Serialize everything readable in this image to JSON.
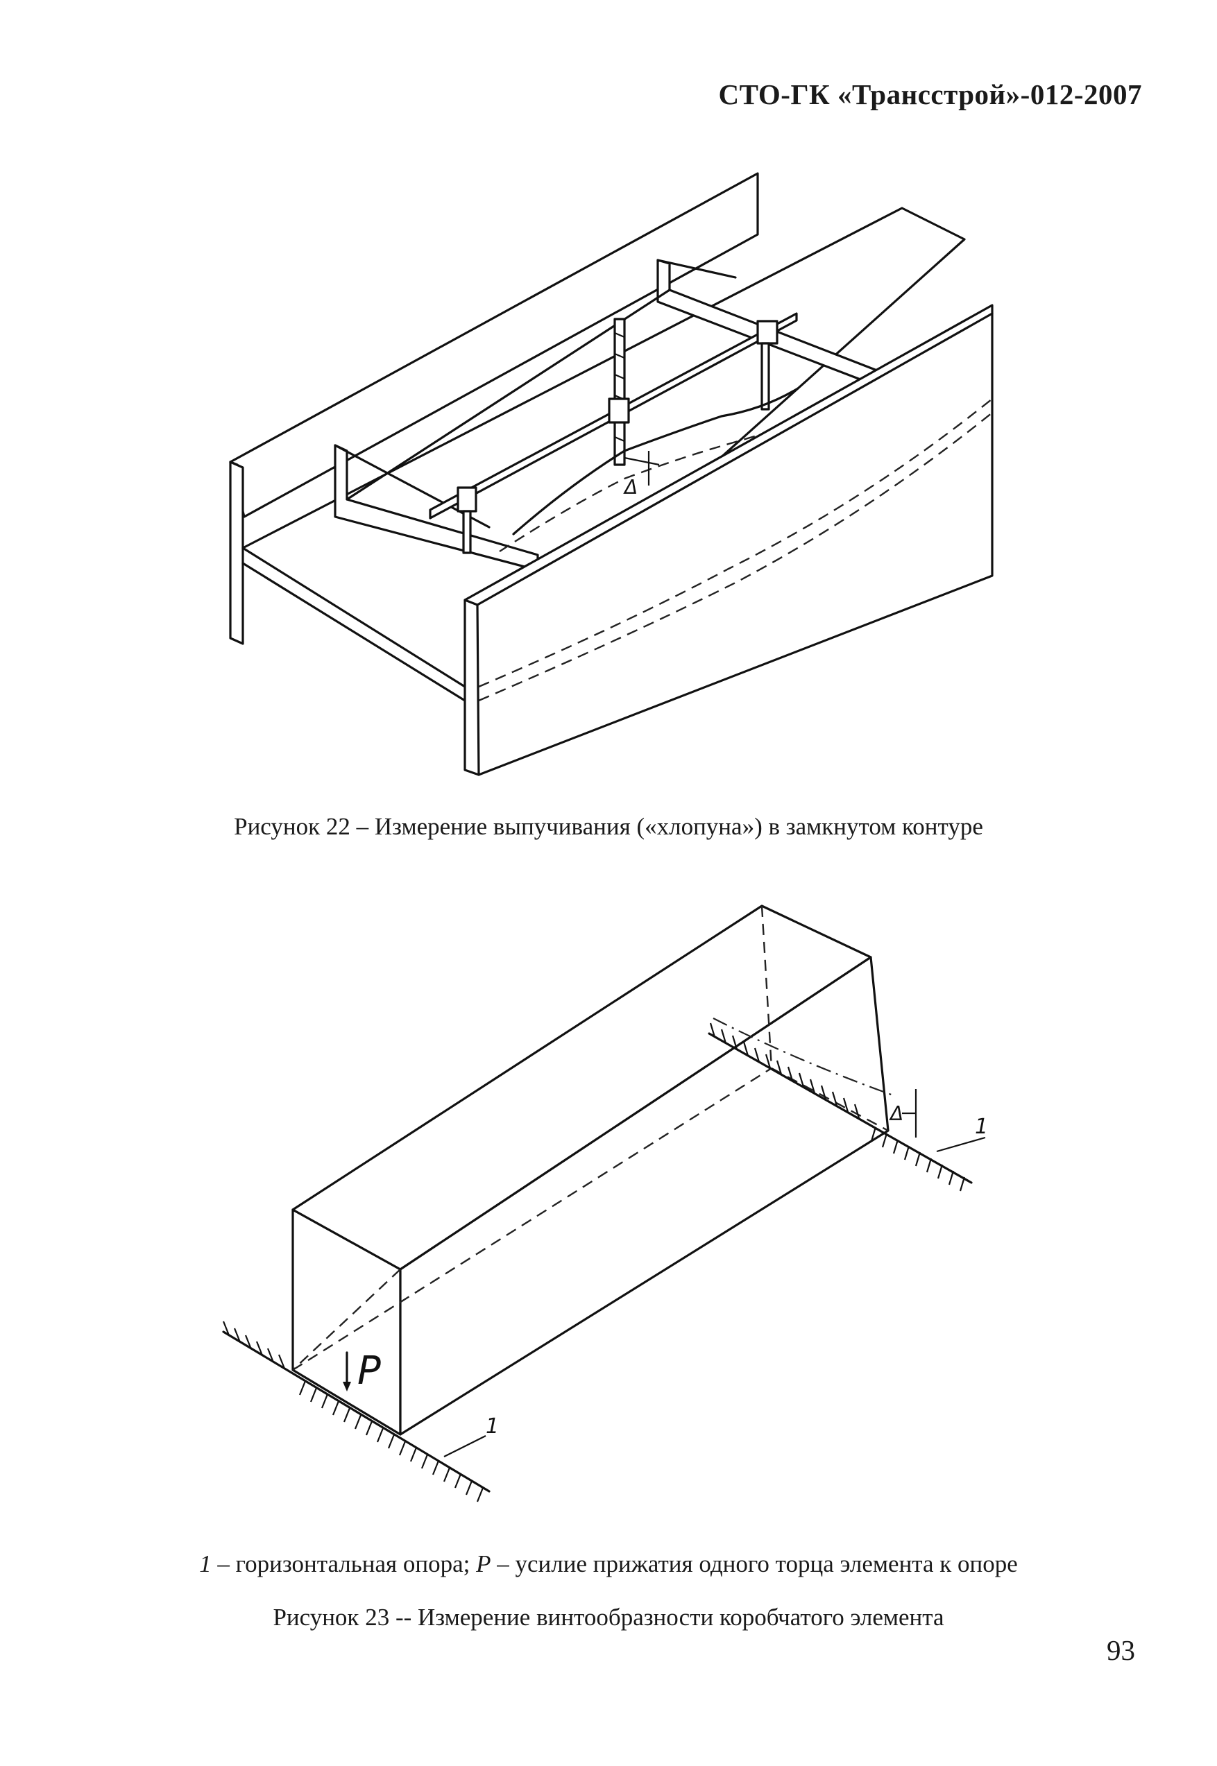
{
  "header": {
    "doc_code": "СТО-ГК «Трансстрой»-012-2007"
  },
  "figure22": {
    "delta_label": "Δ",
    "caption": "Рисунок 22 – Измерение выпучивания («хлопуна») в замкнутом контуре"
  },
  "figure23": {
    "support_label_1": "1",
    "support_label_2": "1",
    "force_label": "P",
    "delta_label": "Δ",
    "legend_num": "1",
    "legend_rest": " – горизонтальная опора; ",
    "legend_p": "P",
    "legend_p_rest": " – усилие прижатия одного торца элемента к опоре",
    "caption": "Рисунок 23 -- Измерение винтообразности коробчатого элемента"
  },
  "footer": {
    "page_number": "93"
  }
}
